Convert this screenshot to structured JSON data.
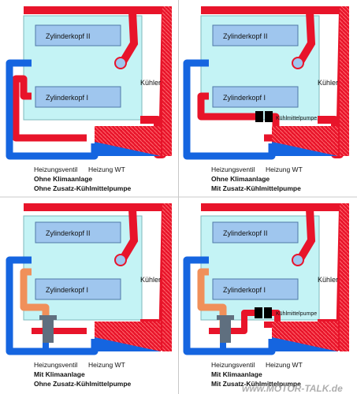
{
  "colors": {
    "engine_block": "#c4f3f5",
    "engine_border": "#7fb9bd",
    "cylinder_head": "#9fc6ee",
    "cylinder_head_border": "#4f78a8",
    "hot_coolant": "#e8142a",
    "cold_coolant": "#1565e0",
    "heater_loop": "#f0905a",
    "valve": "#5f6f7f",
    "pump": "#000000",
    "radiator_stripe": "#1565e0"
  },
  "icons": [
    "radiator-fins",
    "heater-valve",
    "coolant-pump"
  ],
  "panels": [
    {
      "head_top": "Zylinderkopf II",
      "head_bottom": "Zylinderkopf I",
      "radiator": "Kühler",
      "valve_label": "Heizungsventil",
      "heater_label": "Heizung WT",
      "line1": "Ohne Klimaanlage",
      "line2": "Ohne Zusatz-Kühlmittelpumpe"
    },
    {
      "head_top": "Zylinderkopf II",
      "head_bottom": "Zylinderkopf I",
      "radiator": "Kühler",
      "pump_label": "Kühlmittelpumpe",
      "valve_label": "Heizungsventil",
      "heater_label": "Heizung WT",
      "line1": "Ohne Klimaanlage",
      "line2": "Mit Zusatz-Kühlmittelpumpe"
    },
    {
      "head_top": "Zylinderkopf II",
      "head_bottom": "Zylinderkopf I",
      "radiator": "Kühler",
      "valve_label": "Heizungsventil",
      "heater_label": "Heizung WT",
      "line1": "Mit Klimaanlage",
      "line2": "Ohne Zusatz-Kühlmittelpumpe"
    },
    {
      "head_top": "Zylinderkopf II",
      "head_bottom": "Zylinderkopf I",
      "radiator": "Kühler",
      "pump_label": "Kühlmittelpumpe",
      "valve_label": "Heizungsventil",
      "heater_label": "Heizung WT",
      "line1": "Mit Klimaanlage",
      "line2": "Mit Zusatz-Kühlmittelpumpe"
    }
  ],
  "watermark": "www.MOTOR-TALK.de"
}
